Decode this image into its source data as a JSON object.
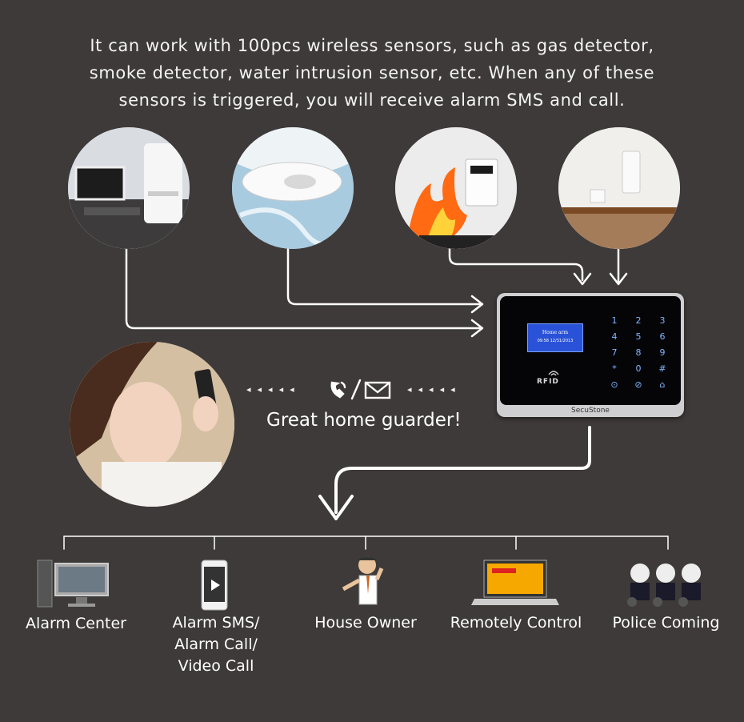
{
  "headline": {
    "line1": "It can work with 100pcs wireless sensors, such as gas detector,",
    "line2": "smoke detector, water intrusion sensor, etc. When any of these",
    "line3": "sensors is triggered, you will receive alarm SMS and call."
  },
  "panel": {
    "brand": "SecuStone",
    "lcd_title": "Home arm",
    "lcd_time": "09:58  12/31/2013",
    "rfid": "RFID",
    "keys": [
      "1",
      "2",
      "3",
      "4",
      "5",
      "6",
      "7",
      "8",
      "9",
      "*",
      "0",
      "#"
    ]
  },
  "tagline": "Great home guarder!",
  "dots": "◂◂◂◂◂",
  "outputs": {
    "alarm_center": "Alarm Center",
    "alarm_sms_line1": "Alarm SMS/",
    "alarm_sms_line2": "Alarm Call/",
    "alarm_sms_line3": "Video Call",
    "house_owner": "House Owner",
    "remotely_control": "Remotely Control",
    "police_coming": "Police Coming"
  },
  "colors": {
    "background": "#3e3a39",
    "line": "#ffffff",
    "lcd": "#2a52d8",
    "key_glow": "#7fb6ff"
  }
}
